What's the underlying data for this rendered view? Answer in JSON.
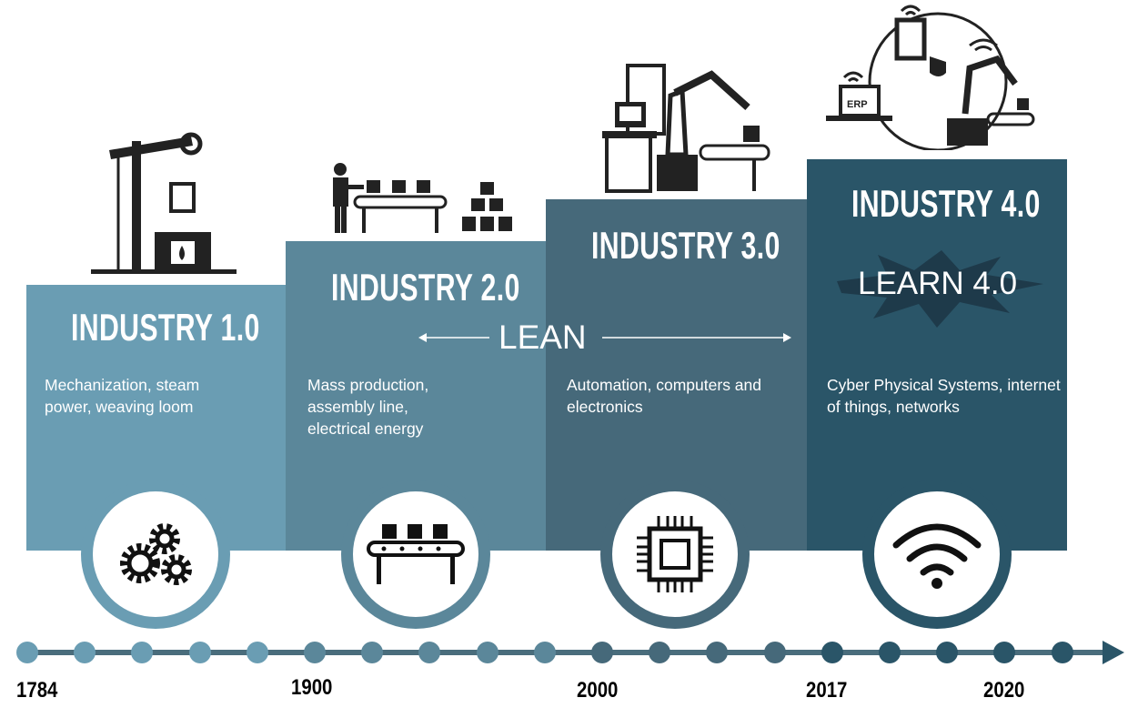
{
  "colors": {
    "p1": "#6a9db3",
    "p2": "#5b879a",
    "p3": "#46697a",
    "p4": "#2a5568",
    "timeline": "#4a6d7c"
  },
  "panels": [
    {
      "title": "INDUSTRY 1.0",
      "desc": "Mechanization, steam power, weaving loom",
      "icon": "gears-icon",
      "illustration": "steam-pump-icon"
    },
    {
      "title": "INDUSTRY 2.0",
      "desc": "Mass production, assembly line, electrical energy",
      "icon": "conveyor-icon",
      "illustration": "worker-assembly-line-icon"
    },
    {
      "title": "INDUSTRY 3.0",
      "desc": "Automation, computers and electronics",
      "icon": "chip-icon",
      "illustration": "robot-arm-computer-icon"
    },
    {
      "title": "INDUSTRY 4.0",
      "desc": "Cyber Physical Systems, internet of things, networks",
      "icon": "wifi-icon",
      "illustration": "connected-factory-icon",
      "erp": "ERP"
    }
  ],
  "lean": "LEAN",
  "learn": "LEARN 4.0",
  "years": [
    "1784",
    "1900",
    "2000",
    "2017",
    "2020"
  ]
}
